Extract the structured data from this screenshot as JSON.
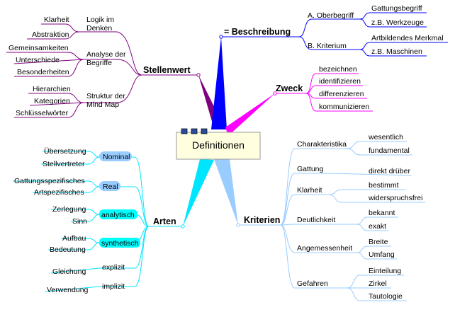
{
  "center": {
    "title": "Definitionen"
  },
  "stellenwert": {
    "label": "Stellenwert",
    "groups": [
      {
        "label": "Logik im Denken",
        "items": [
          "Klarheit",
          "Abstraktion"
        ]
      },
      {
        "label": "Analyse der Begriffe",
        "items": [
          "Gemeinsamkeiten",
          "Unterschiede",
          "Besonderheiten"
        ]
      },
      {
        "label": "Struktur der Mind Map",
        "items": [
          "Hierarchien",
          "Kategorien",
          "Schlüsselwörter"
        ]
      }
    ]
  },
  "beschreibung": {
    "label": "= Beschreibung",
    "groups": [
      {
        "label": "A. Oberbegriff",
        "items": [
          "Gattungsbegriff",
          "z.B. Werkzeuge"
        ]
      },
      {
        "label": "B. Kriterium",
        "items": [
          "Artbildendes Merkmal",
          "z.B. Maschinen"
        ]
      }
    ]
  },
  "zweck": {
    "label": "Zweck",
    "items": [
      "bezeichnen",
      "identifizieren",
      "differenzieren",
      "kommunizieren"
    ]
  },
  "arten": {
    "label": "Arten",
    "groups": [
      {
        "label": "Nominal",
        "items": [
          "Übersetzung",
          "Stellvertreter"
        ]
      },
      {
        "label": "Real",
        "items": [
          "Gattungsspezifisches",
          "Artspezifisches"
        ]
      },
      {
        "label": "analytisch",
        "items": [
          "Zerlegung",
          "Sinn"
        ]
      },
      {
        "label": "synthetisch",
        "items": [
          "Aufbau",
          "Bedeutung"
        ]
      },
      {
        "label": "explizit",
        "items": [
          "Gleichung"
        ]
      },
      {
        "label": "implizit",
        "items": [
          "Verwendung"
        ]
      }
    ]
  },
  "kriterien": {
    "label": "Kriterien",
    "groups": [
      {
        "label": "Charakteristika",
        "items": [
          "wesentlich",
          "fundamental"
        ]
      },
      {
        "label": "Gattung",
        "items": [
          "direkt drüber"
        ]
      },
      {
        "label": "Klarheit",
        "items": [
          "bestimmt",
          "widerspruchsfrei"
        ]
      },
      {
        "label": "Deutlichkeit",
        "items": [
          "bekannt",
          "exakt"
        ]
      },
      {
        "label": "Angemessenheit",
        "items": [
          "Breite",
          "Umfang"
        ]
      },
      {
        "label": "Gefahren",
        "items": [
          "Einteilung",
          "Zirkel",
          "Tautologie"
        ]
      }
    ]
  },
  "colors": {
    "stellenwert": "#800080",
    "beschreibung": "#0000ff",
    "zweck": "#ff00ff",
    "arten": "#00e5ff",
    "kriterien": "#99ccff",
    "center_fill": "#ffffe0",
    "nominal_badge": "#99ccff",
    "real_badge": "#99ccff",
    "analytisch_badge": "#00ffff",
    "synthetisch_badge": "#00ffff"
  }
}
